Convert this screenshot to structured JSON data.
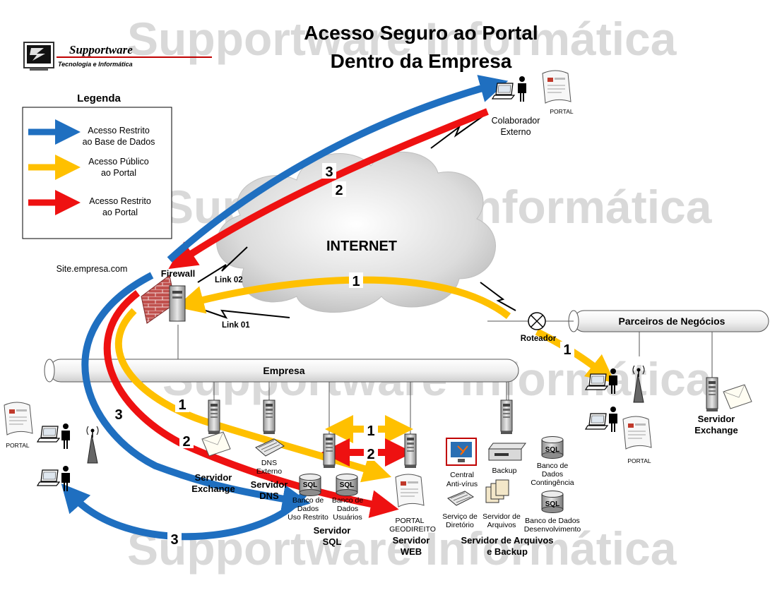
{
  "watermark": "Supportware Informática",
  "logo": {
    "name": "Supportware",
    "tagline": "Tecnologia e Informática"
  },
  "title": {
    "line1": "Acesso Seguro ao Portal",
    "line2": "Dentro da  Empresa"
  },
  "legend": {
    "heading": "Legenda",
    "items": [
      {
        "line1": "Acesso Restrito",
        "line2": "ao Base de Dados",
        "color": "#1f6fc0"
      },
      {
        "line1": "Acesso Público",
        "line2": "ao Portal",
        "color": "#ffc000"
      },
      {
        "line1": "Acesso Restrito",
        "line2": "ao Portal",
        "color": "#ee1111"
      }
    ]
  },
  "colors": {
    "blue": "#1f6fc0",
    "yellow": "#ffc000",
    "red": "#ee1111"
  },
  "labels": {
    "internet": "INTERNET",
    "site": "Site.empresa.com",
    "firewall": "Firewall",
    "link02": "Link 02",
    "link01": "Link 01",
    "roteador": "Roteador",
    "parceiros": "Parceiros de Negócios",
    "empresa": "Empresa",
    "colab1": "Colaborador",
    "colab2": "Externo",
    "portal": "PORTAL",
    "exch1_1": "Servidor",
    "exch1_2": "Exchange",
    "exch2_1": "Servidor",
    "exch2_2": "Exchange",
    "dnsext1": "DNS",
    "dnsext2": "Externo",
    "dns1": "Servidor",
    "dns2": "DNS",
    "bd1_1": "Banco de",
    "bd1_2": "Dados",
    "bd1_3": "Uso Restrito",
    "bd2_1": "Banco de",
    "bd2_2": "Dados",
    "bd2_3": "Usuários",
    "sql1": "Servidor",
    "sql2": "SQL",
    "sqltag": "SQL",
    "portalgeo1": "PORTAL",
    "portalgeo2": "GEODIREITO",
    "web1": "Servidor",
    "web2": "WEB",
    "av1": "Central",
    "av2": "Anti-vírus",
    "backup": "Backup",
    "bdc1": "Banco de",
    "bdc2": "Dados",
    "bdc3": "Contingência",
    "dir1": "Serviço de",
    "dir2": "Diretório",
    "arq1": "Servidor de",
    "arq2": "Arquivos",
    "bdd1": "Banco de Dados",
    "bdd2": "Desenvolvimento",
    "sfa1": "Servidor de Arquivos",
    "sfa2": "e Backup"
  },
  "flow_numbers": {
    "n1": "1",
    "n2": "2",
    "n3": "3"
  }
}
